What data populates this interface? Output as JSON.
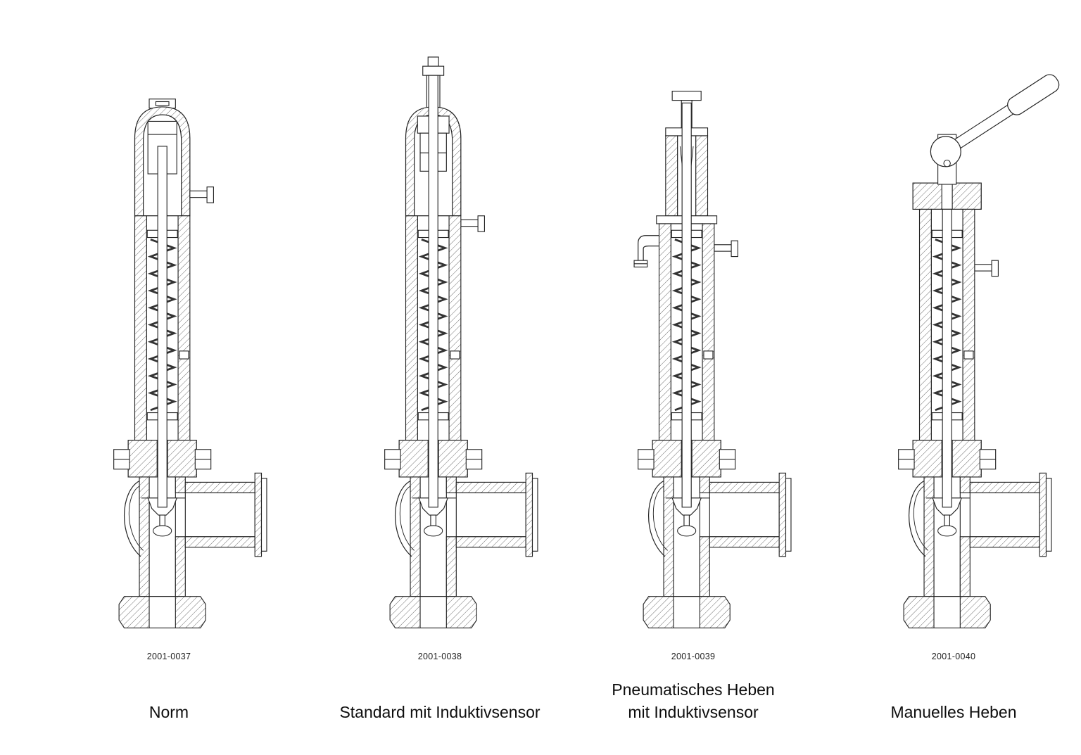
{
  "page": {
    "background": "#ffffff",
    "line_color": "#222222"
  },
  "figures": [
    {
      "variant": "norm",
      "drawing_number": "2001-0037",
      "caption": "Norm"
    },
    {
      "variant": "standard",
      "drawing_number": "2001-0038",
      "caption": "Standard mit Induktivsensor"
    },
    {
      "variant": "pneumatic",
      "drawing_number": "2001-0039",
      "caption": "Pneumatisches Heben\nmit Induktivsensor"
    },
    {
      "variant": "manual",
      "drawing_number": "2001-0040",
      "caption": "Manuelles Heben"
    }
  ]
}
